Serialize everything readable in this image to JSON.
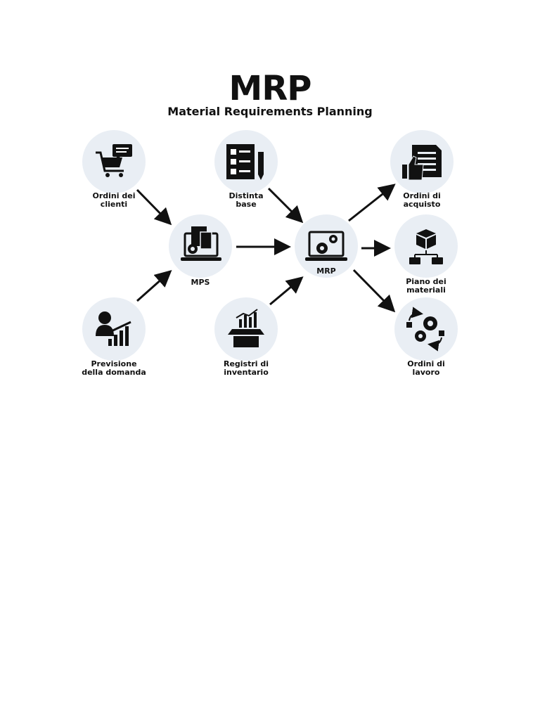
{
  "header": {
    "title": "MRP",
    "subtitle": "Material Requirements Planning"
  },
  "nodes": {
    "ordini_clienti": {
      "label": "Ordini dei\nclienti",
      "icon": "shopping-cart-chat-icon"
    },
    "previsione": {
      "label": "Previsione\ndella domanda",
      "icon": "person-growth-chart-icon"
    },
    "mps": {
      "label": "MPS",
      "icon": "laptop-document-gear-icon"
    },
    "distinta": {
      "label": "Distinta\nbase",
      "icon": "checklist-pencil-icon"
    },
    "registri": {
      "label": "Registri di\ninventario",
      "icon": "box-chart-icon"
    },
    "mrp": {
      "label": "MRP",
      "icon": "laptop-gears-icon"
    },
    "ordini_acquisto": {
      "label": "Ordini di\nacquisto",
      "icon": "thumbs-up-document-icon"
    },
    "piano": {
      "label": "Piano dei\nmateriali",
      "icon": "box-hierarchy-icon"
    },
    "ordini_lavoro": {
      "label": "Ordini di\nlavoro",
      "icon": "gears-cycle-icon"
    }
  },
  "colors": {
    "circle": "#e9eef4",
    "ink": "#111111"
  }
}
